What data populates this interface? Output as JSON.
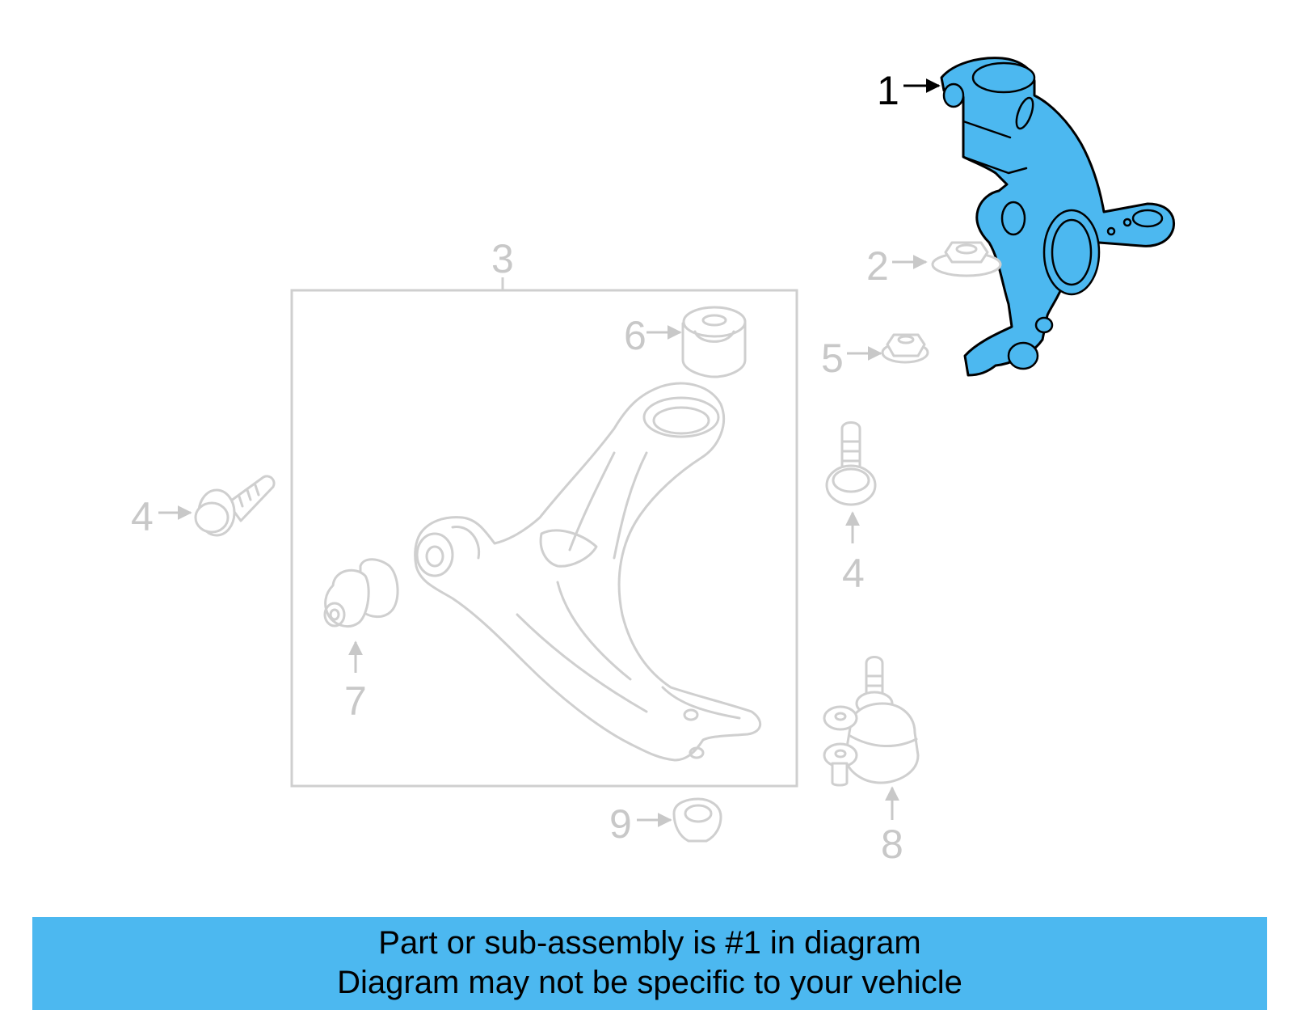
{
  "callouts": {
    "c1": "1",
    "c2": "2",
    "c3": "3",
    "c4_left": "4",
    "c4_right": "4",
    "c5": "5",
    "c6": "6",
    "c7": "7",
    "c8": "8",
    "c9": "9"
  },
  "banner": {
    "line1": "Part or sub-assembly is #1 in diagram",
    "line2": "Diagram may not be specific to your vehicle"
  },
  "colors": {
    "highlight": "#4cb8f0",
    "ghost_parts": "#cfcfcf",
    "banner_bg": "#4cb8f0"
  }
}
